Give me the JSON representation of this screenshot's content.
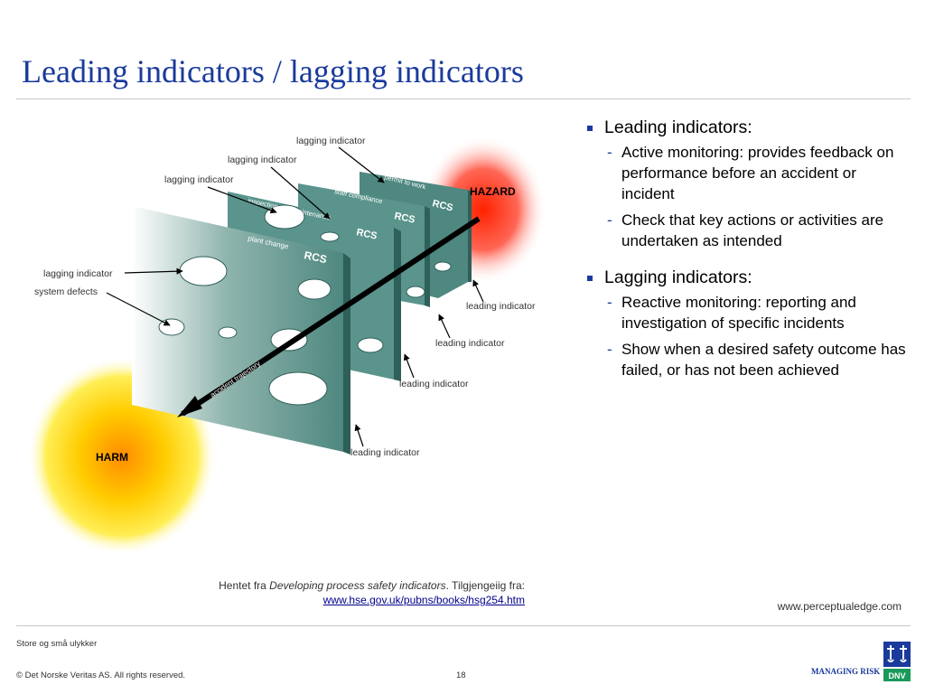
{
  "slide": {
    "title": "Leading indicators / lagging indicators",
    "footer_left": "Store og små ulykker",
    "copyright": "© Det Norske Veritas AS. All rights reserved.",
    "page_number": "18",
    "managing_risk": "MANAGING RISK",
    "logo_text": "DNV",
    "website": "www.perceptualedge.com"
  },
  "source": {
    "prefix": "Hentet fra ",
    "italic": "Developing process safety indicators",
    "suffix": ". Tilgjengeiig fra:",
    "url": "www.hse.gov.uk/pubns/books/hsg254.htm"
  },
  "bullets": [
    {
      "text": "Leading indicators:",
      "subs": [
        "Active monitoring: provides feedback on performance before an accident or incident",
        "Check that key actions or activities are undertaken as intended"
      ]
    },
    {
      "text": "Lagging indicators:",
      "subs": [
        "Reactive monitoring: reporting and investigation of specific incidents",
        "Show when a desired safety outcome has failed, or has not been achieved"
      ]
    }
  ],
  "diagram": {
    "hazard": "HAZARD",
    "harm": "HARM",
    "plates": [
      {
        "label": "permit to work",
        "rcs": "RCS"
      },
      {
        "label": "staff compliance",
        "rcs": "RCS"
      },
      {
        "label": "inspection and maintenance",
        "rcs": "RCS"
      },
      {
        "label": "plant change",
        "rcs": "RCS"
      }
    ],
    "lagging": [
      "lagging indicator",
      "lagging indicator",
      "lagging indicator",
      "lagging indicator"
    ],
    "leading": [
      "leading indicator",
      "leading indicator",
      "leading indicator",
      "leading indicator"
    ],
    "system_defects": "system defects",
    "trajectory": "accident trajectory"
  }
}
